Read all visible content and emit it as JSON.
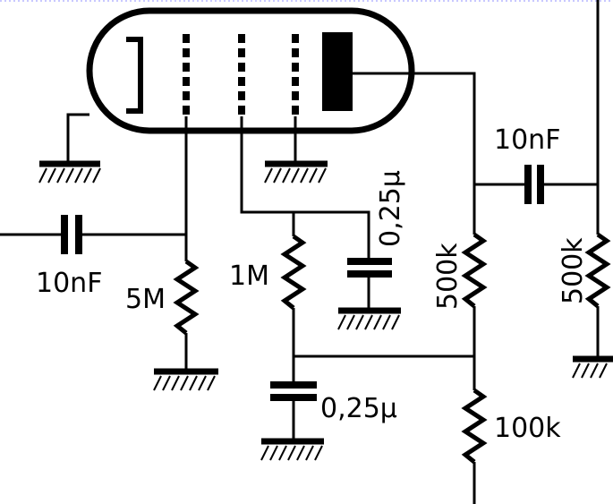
{
  "colors": {
    "ink": "#000000",
    "paper": "#ffffff",
    "top_rule": "#c8c8ff"
  },
  "labels": {
    "c_in": "10nF",
    "c_coupling": "10nF",
    "r_grid": "5M",
    "r_screen": "1M",
    "c_screen": "0,25µ",
    "c_screen_bypass": "0,25µ",
    "r_plate": "500k",
    "r_next": "500k",
    "r_decouple": "100k"
  }
}
